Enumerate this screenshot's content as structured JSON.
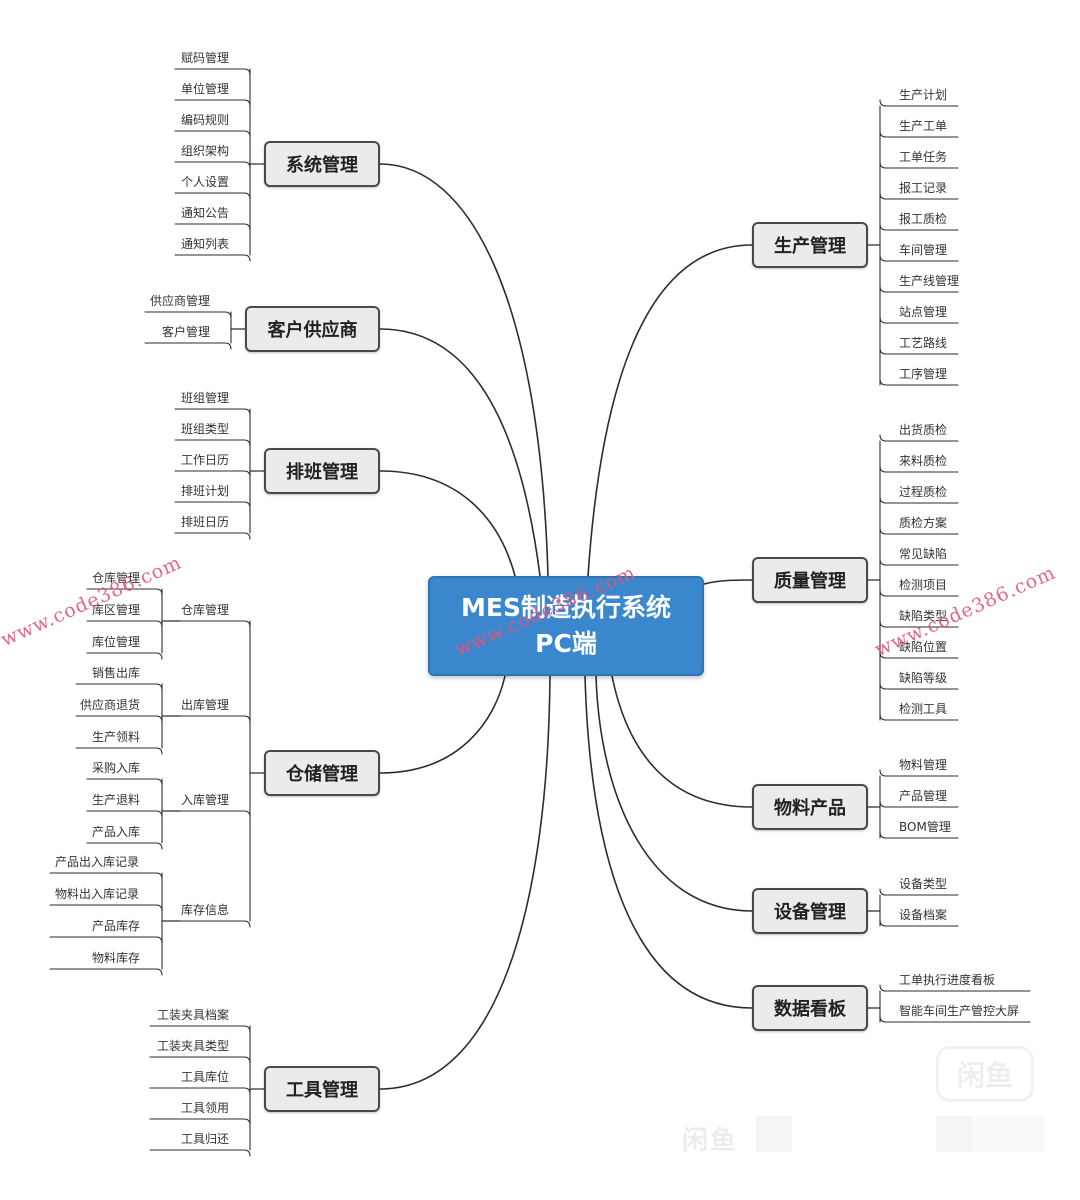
{
  "root": {
    "title": "MES制造执行系统\nPC端"
  },
  "branches": {
    "system": {
      "label": "系统管理",
      "items": [
        "赋码管理",
        "单位管理",
        "编码规则",
        "组织架构",
        "个人设置",
        "通知公告",
        "通知列表"
      ]
    },
    "customer": {
      "label": "客户供应商",
      "items": [
        "供应商管理",
        "客户管理"
      ]
    },
    "schedule": {
      "label": "排班管理",
      "items": [
        "班组管理",
        "班组类型",
        "工作日历",
        "排班计划",
        "排班日历"
      ]
    },
    "storage": {
      "label": "仓储管理",
      "groups": [
        {
          "label": "仓库管理",
          "items": [
            "仓库管理",
            "库区管理",
            "库位管理"
          ]
        },
        {
          "label": "出库管理",
          "items": [
            "销售出库",
            "供应商退货",
            "生产领料"
          ]
        },
        {
          "label": "入库管理",
          "items": [
            "采购入库",
            "生产退料",
            "产品入库"
          ]
        },
        {
          "label": "库存信息",
          "items": [
            "产品出入库记录",
            "物料出入库记录",
            "产品库存",
            "物料库存"
          ]
        }
      ]
    },
    "tools": {
      "label": "工具管理",
      "items": [
        "工装夹具档案",
        "工装夹具类型",
        "工具库位",
        "工具领用",
        "工具归还"
      ]
    },
    "production": {
      "label": "生产管理",
      "items": [
        "生产计划",
        "生产工单",
        "工单任务",
        "报工记录",
        "报工质检",
        "车间管理",
        "生产线管理",
        "站点管理",
        "工艺路线",
        "工序管理"
      ]
    },
    "quality": {
      "label": "质量管理",
      "items": [
        "出货质检",
        "来料质检",
        "过程质检",
        "质检方案",
        "常见缺陷",
        "检测项目",
        "缺陷类型",
        "缺陷位置",
        "缺陷等级",
        "检测工具"
      ]
    },
    "material": {
      "label": "物料产品",
      "items": [
        "物料管理",
        "产品管理",
        "BOM管理"
      ]
    },
    "equipment": {
      "label": "设备管理",
      "items": [
        "设备类型",
        "设备档案"
      ]
    },
    "dashboard": {
      "label": "数据看板",
      "items": [
        "工单执行进度看板",
        "智能车间生产管控大屏"
      ]
    }
  },
  "watermark": "www.code386.com",
  "logo": {
    "text": "闲鱼"
  }
}
